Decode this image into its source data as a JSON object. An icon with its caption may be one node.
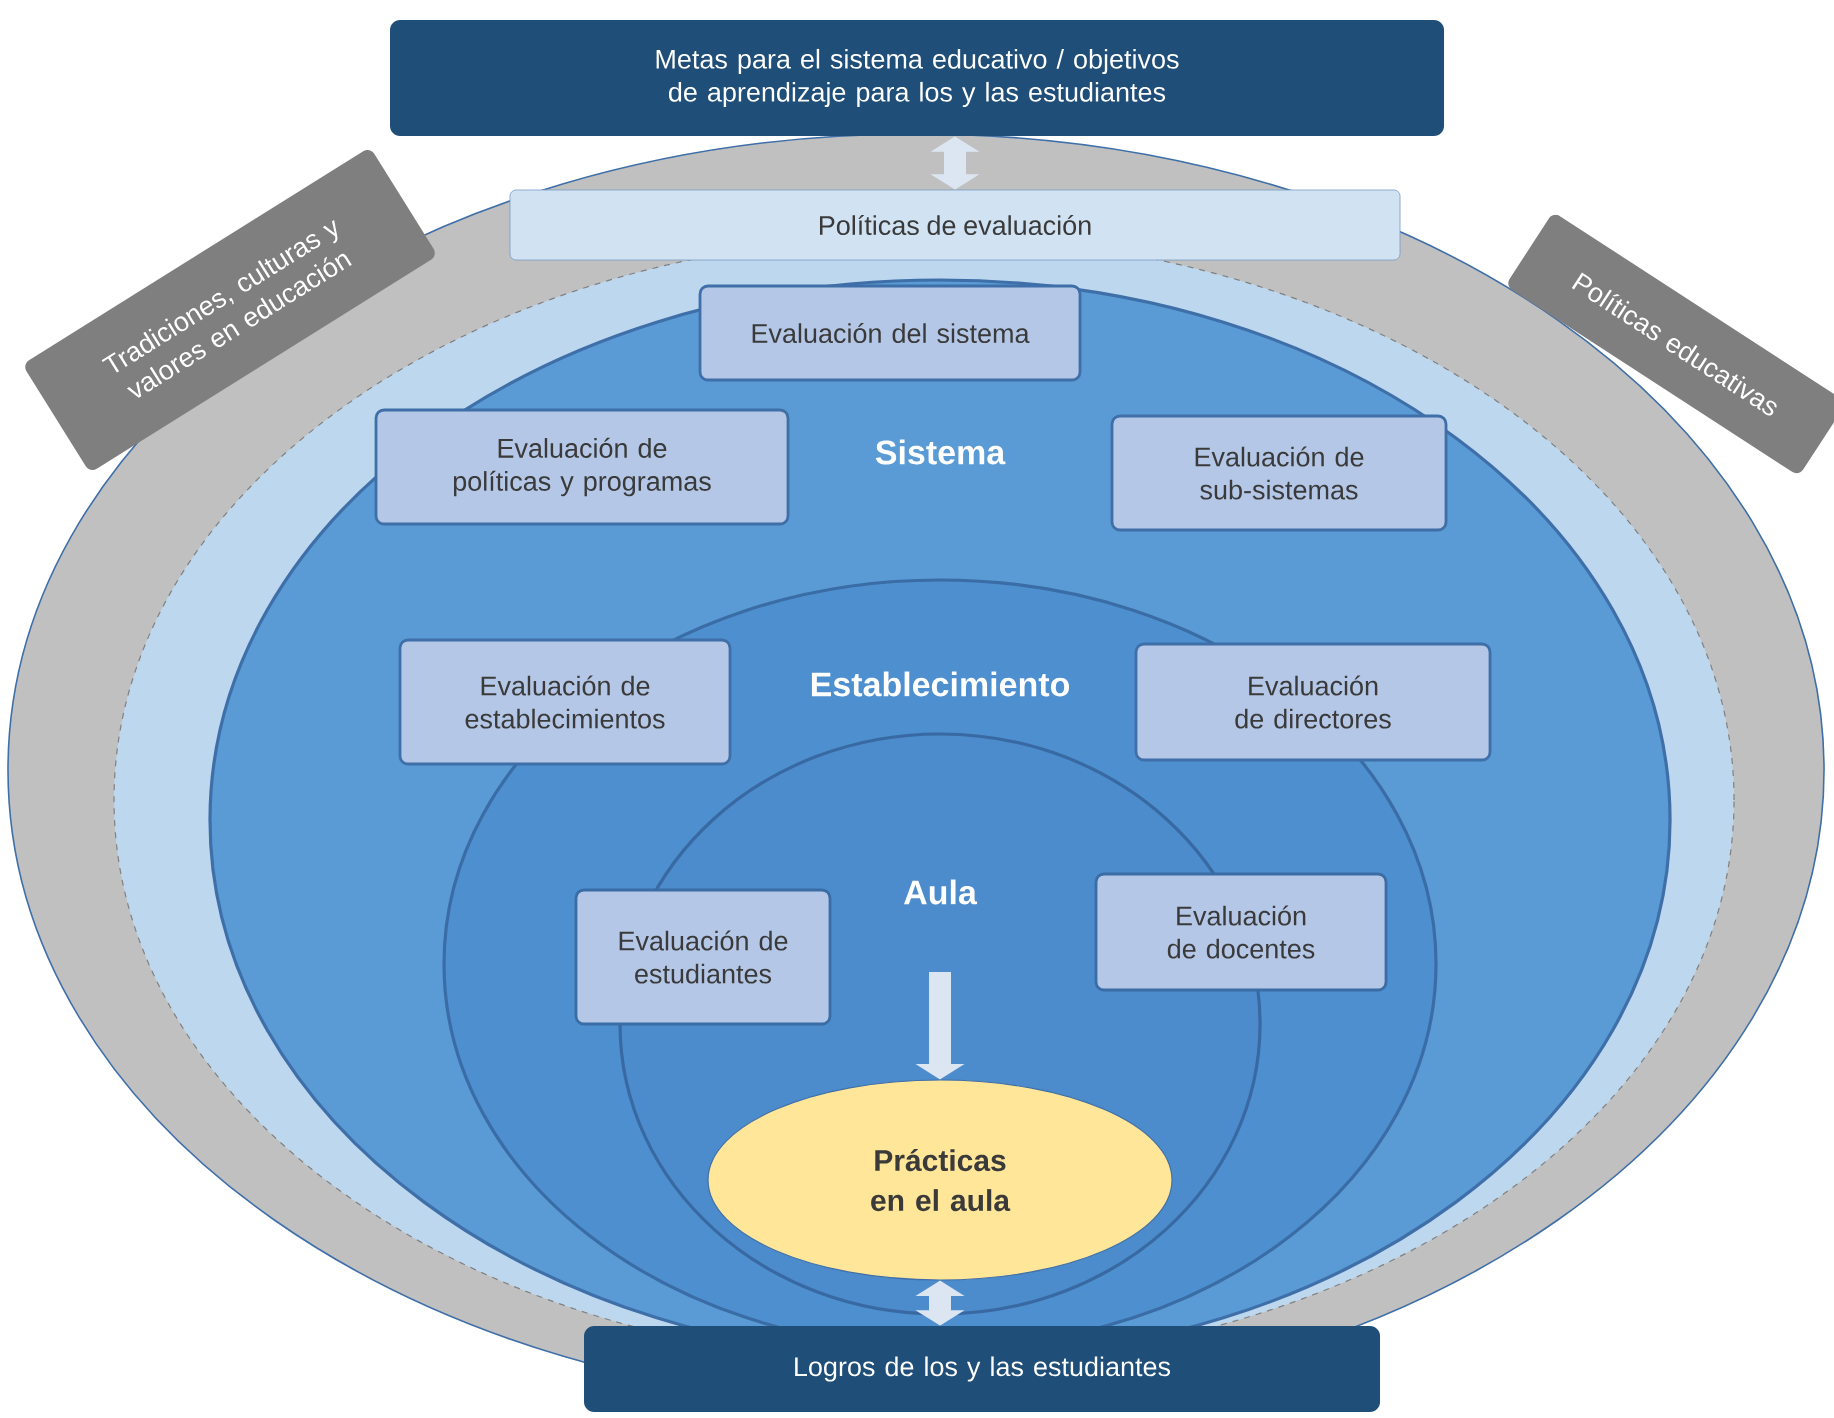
{
  "diagram": {
    "nodes": [
      {
        "text": [
          "Metas para el sistema educativo / objetivos de aprendizaje para los y las estudiantes"
        ]
      },
      {
        "text": [
          "Tradiciones, culturas y valores en educación"
        ]
      },
      {
        "text": [
          "Políticas educativas"
        ]
      },
      {
        "text": [
          "Políticas de evaluación"
        ]
      },
      {
        "text": [
          "Sistema"
        ]
      },
      {
        "text": [
          "Evaluación del sistema"
        ],
        "in": 4
      },
      {
        "text": [
          "Evaluación de políticas y programas"
        ],
        "in": 4
      },
      {
        "text": [
          "Evaluación de sub-sistemas"
        ],
        "in": 4
      },
      {
        "text": [
          "Establecimiento"
        ],
        "in": 4
      },
      {
        "text": [
          "Evaluación de establecimientos"
        ],
        "in": 4
      },
      {
        "text": [
          "Evaluación de directores"
        ],
        "in": 4
      },
      {
        "text": [
          "Aula"
        ],
        "in": 8
      },
      {
        "text": [
          "Evaluación de estudiantes"
        ],
        "in": 8
      },
      {
        "text": [
          "Evaluación de docentes"
        ],
        "in": 8
      },
      {
        "text": [
          "Prácticas en el aula"
        ],
        "in": 11
      },
      {
        "text": [
          "Logros de los y las estudiantes"
        ]
      }
    ],
    "edges": [
      {
        "from": 0,
        "to": 3,
        "arrow": "both"
      },
      {
        "from": null,
        "to": 14,
        "arrow": "to"
      },
      {
        "from": 15,
        "to": 14,
        "arrow": "both"
      }
    ]
  }
}
